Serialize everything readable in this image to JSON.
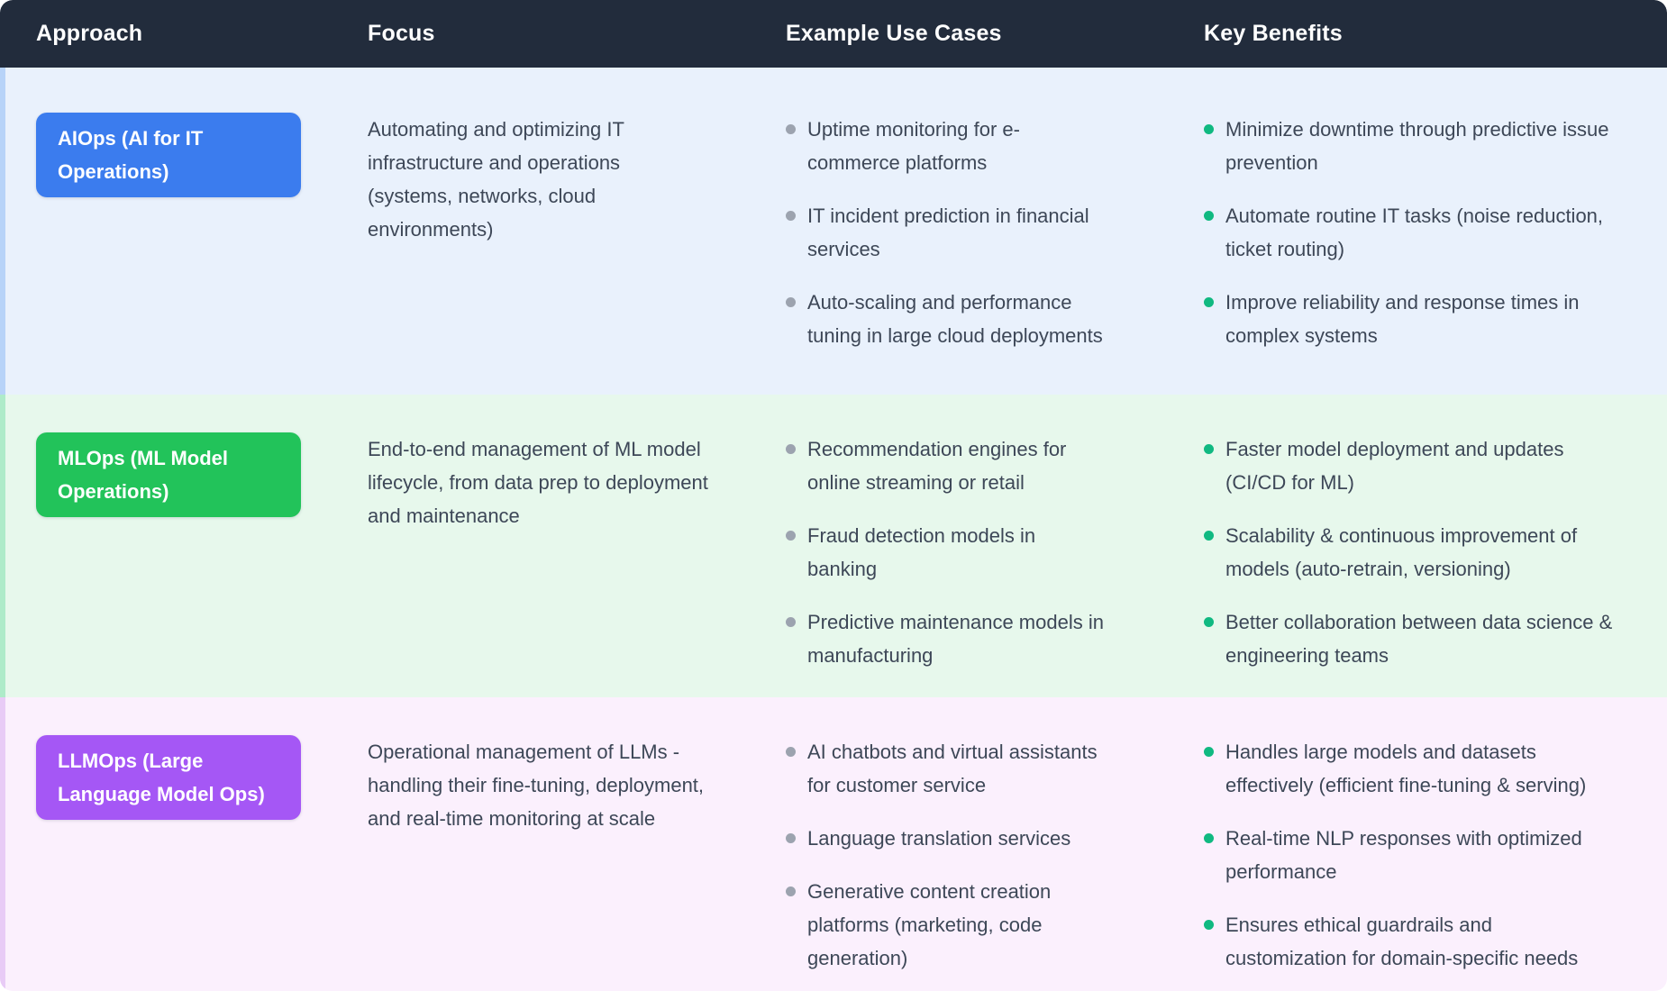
{
  "table": {
    "columns": [
      {
        "label": "Approach"
      },
      {
        "label": "Focus"
      },
      {
        "label": "Example Use Cases"
      },
      {
        "label": "Key Benefits"
      }
    ],
    "colors": {
      "header_bg": "#222c3c",
      "text": "#3d4757",
      "use_case_bullet": "#9ca3af",
      "benefit_bullet": "#10b981"
    },
    "rows": [
      {
        "approach": "AIOps (AI for IT Operations)",
        "badge_color": "#3b7cee",
        "row_bg": "#e9f1fc",
        "accent_color": "#b7d3f8",
        "focus": "Automating and optimizing IT infrastructure and operations (systems, networks, cloud environments)",
        "use_cases": [
          "Uptime monitoring for e-commerce platforms",
          "IT incident prediction in financial services",
          "Auto-scaling and performance tuning in large cloud deployments"
        ],
        "benefits": [
          "Minimize downtime through predictive issue prevention",
          "Automate routine IT tasks (noise reduction, ticket routing)",
          "Improve reliability and response times in complex systems"
        ]
      },
      {
        "approach": "MLOps (ML Model Operations)",
        "badge_color": "#22c35a",
        "row_bg": "#e7f8ec",
        "accent_color": "#aeebc9",
        "focus": "End-to-end management of ML model lifecycle, from data prep to deployment and maintenance",
        "use_cases": [
          "Recommendation engines for online streaming or retail",
          "Fraud detection models in banking",
          "Predictive maintenance models in manufacturing"
        ],
        "benefits": [
          "Faster model deployment and updates (CI/CD for ML)",
          "Scalability & continuous improvement of models (auto-retrain, versioning)",
          "Better collaboration between data science & engineering teams"
        ]
      },
      {
        "approach": "LLMOps (Large Language Model Ops)",
        "badge_color": "#a557f5",
        "row_bg": "#fbf0fd",
        "accent_color": "#e8cbf6",
        "focus": "Operational management of LLMs - handling their fine-tuning, deployment, and real-time monitoring at scale",
        "use_cases": [
          "AI chatbots and virtual assistants for customer service",
          "Language translation services",
          "Generative content creation platforms (marketing, code generation)"
        ],
        "benefits": [
          "Handles large models and datasets effectively (efficient fine-tuning & serving)",
          "Real-time NLP responses with optimized performance",
          "Ensures ethical guardrails and customization for domain-specific needs"
        ]
      }
    ]
  }
}
